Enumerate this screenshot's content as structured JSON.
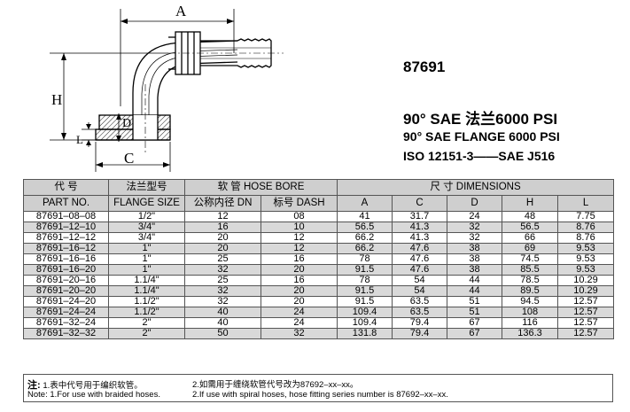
{
  "drawing": {
    "dim_a": "A",
    "dim_h": "H",
    "dim_d": "D",
    "dim_l": "L",
    "dim_c": "C"
  },
  "title": {
    "code": "87691",
    "line1": "90°  SAE 法兰6000 PSI",
    "line2": "90°  SAE FLANGE 6000 PSI",
    "line3": "ISO 12151-3——SAE J516"
  },
  "table": {
    "header_row1": {
      "code_cn": "代 号",
      "flange_cn": "法兰型号",
      "hose_bore": "软 管 HOSE BORE",
      "dimensions": "尺 寸 DIMENSIONS"
    },
    "header_row2": {
      "part_no": "PART NO.",
      "flange_size": "FLANGE SIZE",
      "dn": "公称内径 DN",
      "dash": "标号 DASH",
      "a": "A",
      "c": "C",
      "d": "D",
      "h": "H",
      "l": "L"
    },
    "rows": [
      [
        "87691–08–08",
        "1/2\"",
        "12",
        "08",
        "41",
        "31.7",
        "24",
        "48",
        "7.75"
      ],
      [
        "87691–12–10",
        "3/4\"",
        "16",
        "10",
        "56.5",
        "41.3",
        "32",
        "56.5",
        "8.76"
      ],
      [
        "87691–12–12",
        "3/4\"",
        "20",
        "12",
        "66.2",
        "41.3",
        "32",
        "66",
        "8.76"
      ],
      [
        "87691–16–12",
        "1\"",
        "20",
        "12",
        "66.2",
        "47.6",
        "38",
        "69",
        "9.53"
      ],
      [
        "87691–16–16",
        "1\"",
        "25",
        "16",
        "78",
        "47.6",
        "38",
        "74.5",
        "9.53"
      ],
      [
        "87691–16–20",
        "1\"",
        "32",
        "20",
        "91.5",
        "47.6",
        "38",
        "85.5",
        "9.53"
      ],
      [
        "87691–20–16",
        "1.1/4\"",
        "25",
        "16",
        "78",
        "54",
        "44",
        "78.5",
        "10.29"
      ],
      [
        "87691–20–20",
        "1.1/4\"",
        "32",
        "20",
        "91.5",
        "54",
        "44",
        "89.5",
        "10.29"
      ],
      [
        "87691–24–20",
        "1.1/2\"",
        "32",
        "20",
        "91.5",
        "63.5",
        "51",
        "94.5",
        "12.57"
      ],
      [
        "87691–24–24",
        "1.1/2\"",
        "40",
        "24",
        "109.4",
        "63.5",
        "51",
        "108",
        "12.57"
      ],
      [
        "87691–32–24",
        "2\"",
        "40",
        "24",
        "109.4",
        "79.4",
        "67",
        "116",
        "12.57"
      ],
      [
        "87691–32–32",
        "2\"",
        "50",
        "32",
        "131.8",
        "79.4",
        "67",
        "136.3",
        "12.57"
      ]
    ]
  },
  "notes": {
    "label": "注:",
    "cn1": "1.表中代号用于编织软管。",
    "cn2": "2.如需用于缠绕软管代号改为87692–xx–xx。",
    "en1": "Note: 1.For use with braided hoses.",
    "en2": "2.If use with spiral hoses, hose fitting series number is 87692–xx–xx."
  }
}
